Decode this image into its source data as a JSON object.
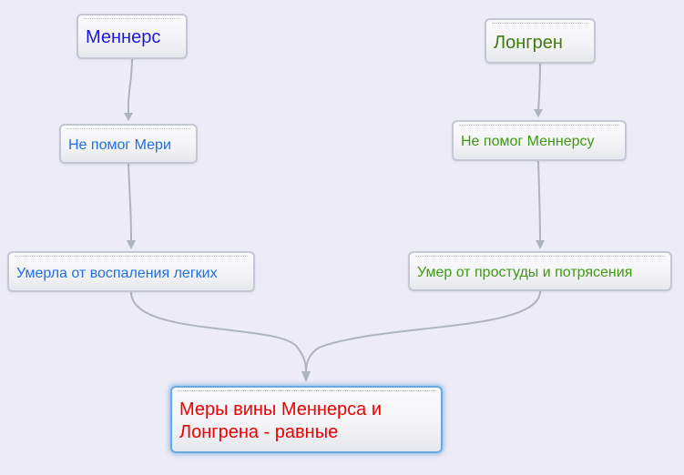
{
  "diagram": {
    "colors": {
      "background": "#ecebf6",
      "connector": "#aeb3c0",
      "node_border": "#c3c6d3",
      "final_border": "#6aa8e0",
      "menners_text": "#1a1ae0",
      "menners_chain_text": "#1e6fe6",
      "longren_text": "#3f7a12",
      "longren_chain_text": "#3e9a12",
      "final_text": "#ee0000"
    },
    "nodes": {
      "menners": {
        "label": "Меннерс"
      },
      "longren": {
        "label": "Лонгрен"
      },
      "menners_action": {
        "label": "Не помог Мери"
      },
      "longren_action": {
        "label": "Не помог Меннерсу"
      },
      "menners_consequence": {
        "label": "Умерла от воспаления легких"
      },
      "longren_consequence": {
        "label": "Умер от простуды и потрясения"
      },
      "conclusion": {
        "label": "Меры вины Меннерса и Лонгрена - равные"
      }
    },
    "edges": [
      {
        "from": "menners",
        "to": "menners_action"
      },
      {
        "from": "menners_action",
        "to": "menners_consequence"
      },
      {
        "from": "longren",
        "to": "longren_action"
      },
      {
        "from": "longren_action",
        "to": "longren_consequence"
      },
      {
        "from": "menners_consequence",
        "to": "conclusion"
      },
      {
        "from": "longren_consequence",
        "to": "conclusion"
      }
    ]
  }
}
